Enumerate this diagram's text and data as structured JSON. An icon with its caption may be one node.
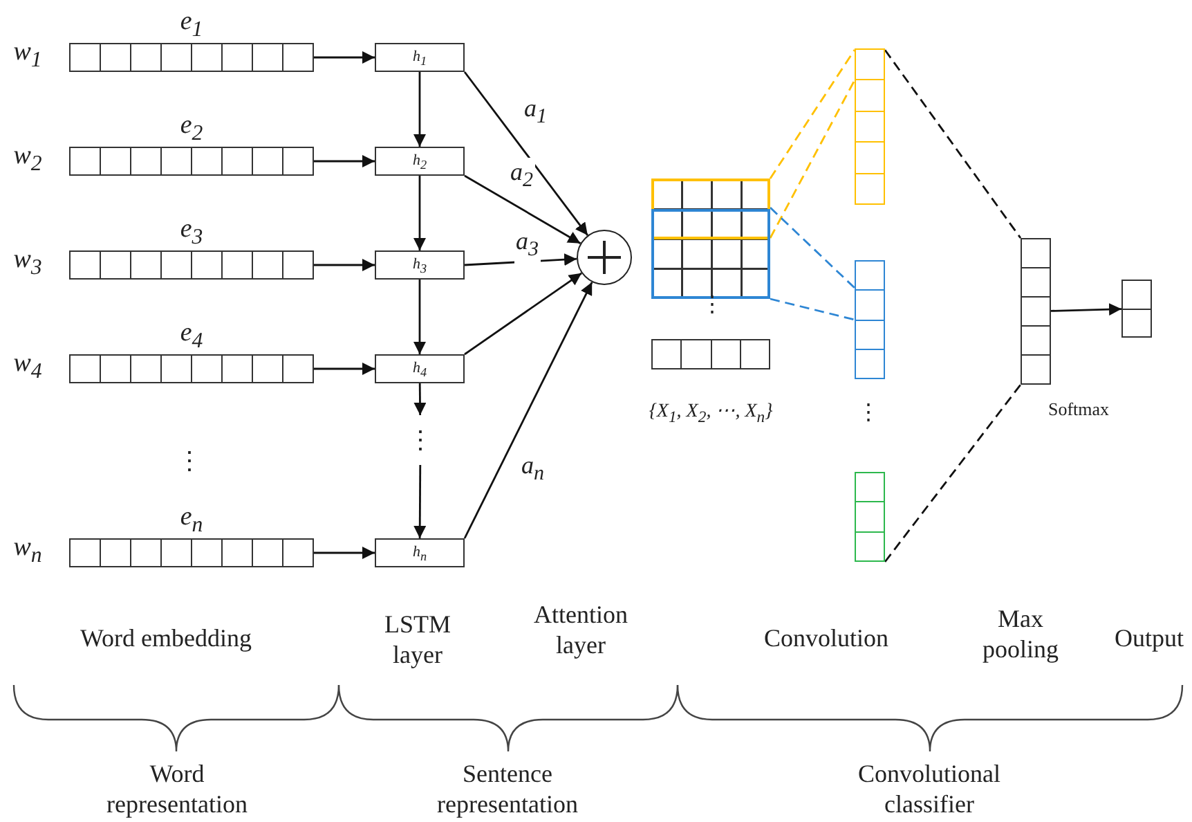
{
  "diagram": {
    "nodes": [
      {
        "text": [
          "e$_{1}$"
        ],
        "beside": [
          "w$_{1}$"
        ]
      },
      {
        "text": [
          "e$_{2}$"
        ],
        "beside": [
          "w$_{2}$"
        ]
      },
      {
        "text": [
          "e$_{3}$"
        ],
        "beside": [
          "w$_{3}$"
        ]
      },
      {
        "text": [
          "e$_{4}$"
        ],
        "beside": [
          "w$_{4}$"
        ]
      },
      {
        "text": [
          "e$_{n}$"
        ],
        "beside": [
          "w$_{n}$"
        ]
      },
      {
        "text": [
          "h$_{1}$"
        ]
      },
      {
        "text": [
          "h$_{2}$"
        ]
      },
      {
        "text": [
          "h$_{3}$"
        ]
      },
      {
        "text": [
          "h$_{4}$"
        ]
      },
      {
        "text": [
          "h$_{n}$"
        ]
      },
      {
        "text": [
          "⋮"
        ]
      },
      {
        "text": [],
        "shape": "circle"
      },
      {
        "text": [],
        "shape": "box",
        "beside": [
          "{X$_{1}$, X$_{2}$, ⋯, X$_{n}$}"
        ]
      },
      {
        "text": [],
        "shape": "bar"
      },
      {
        "text": [],
        "shape": "bar"
      },
      {
        "text": [],
        "shape": "bar"
      },
      {
        "text": [],
        "shape": "bar"
      },
      {
        "text": [],
        "shape": "bar"
      }
    ],
    "edges": [
      {
        "from": 0,
        "to": 5,
        "arrow": "to"
      },
      {
        "from": 1,
        "to": 6,
        "arrow": "to"
      },
      {
        "from": 2,
        "to": 7,
        "arrow": "to"
      },
      {
        "from": 3,
        "to": 8,
        "arrow": "to"
      },
      {
        "from": 4,
        "to": 9,
        "arrow": "to"
      },
      {
        "from": 5,
        "to": 6,
        "arrow": "to"
      },
      {
        "from": 6,
        "to": 7,
        "arrow": "to"
      },
      {
        "from": 7,
        "to": 8,
        "arrow": "to"
      },
      {
        "from": 8,
        "to": 10,
        "arrow": "to"
      },
      {
        "from": 10,
        "to": 9,
        "arrow": "to"
      },
      {
        "from": 5,
        "to": 11,
        "arrow": "to",
        "label": "a$_{1}$"
      },
      {
        "from": 6,
        "to": 11,
        "arrow": "to",
        "label": "a$_{2}$"
      },
      {
        "from": 7,
        "to": 11,
        "arrow": "to",
        "label": "a$_{3}$"
      },
      {
        "from": 8,
        "to": 11,
        "arrow": "to"
      },
      {
        "from": 9,
        "to": 11,
        "arrow": "to",
        "label": "a$_{n}$"
      },
      {
        "from": 12,
        "to": 13,
        "arrow": "none",
        "style": "dashed",
        "color": "#ffc000"
      },
      {
        "from": 12,
        "to": 13,
        "arrow": "none",
        "style": "dashed",
        "color": "#ffc000"
      },
      {
        "from": 12,
        "to": 14,
        "arrow": "none",
        "style": "dashed",
        "color": "#2e86d4"
      },
      {
        "from": 12,
        "to": 14,
        "arrow": "none",
        "style": "dashed",
        "color": "#2e86d4"
      },
      {
        "from": 13,
        "to": 16,
        "arrow": "none",
        "style": "dashed"
      },
      {
        "from": 15,
        "to": 16,
        "arrow": "none",
        "style": "dashed"
      },
      {
        "from": 16,
        "to": 17,
        "arrow": "to"
      }
    ],
    "labels": [
      "⋮",
      "⋮",
      "⋮",
      "Softmax",
      "Word embedding",
      "LSTM layer",
      "Attention layer",
      "Convolution",
      "Max pooling",
      "Output",
      "Word representation",
      "Sentence representation",
      "Convolutional classifier"
    ]
  }
}
